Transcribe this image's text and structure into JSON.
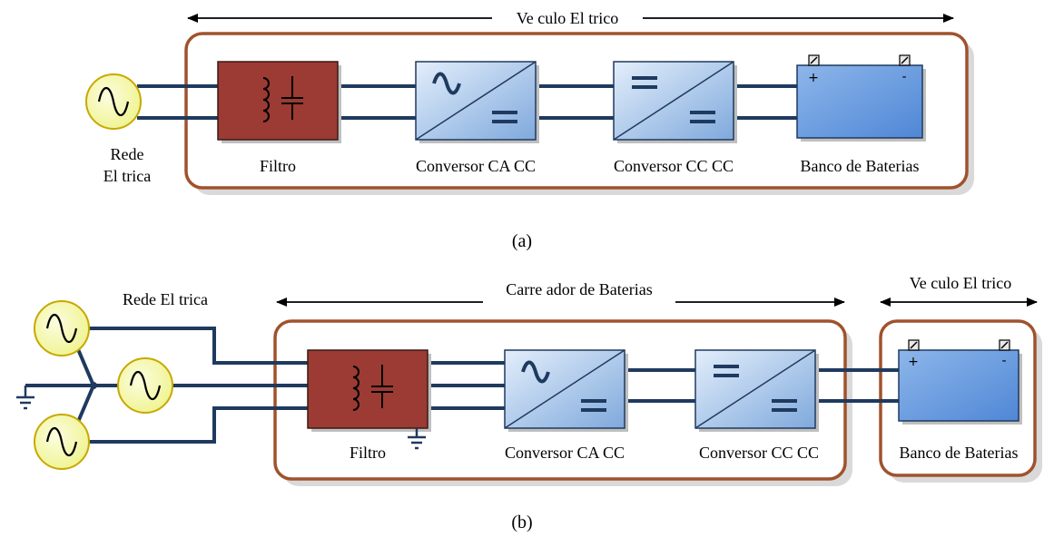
{
  "colors": {
    "frame": "#a0522d",
    "wire": "#1f3a5f",
    "source_fill": "#f4f7a6",
    "source_stroke": "#c8a800",
    "filter_fill": "#9b3b33",
    "converter_fill": "#a9c8ec",
    "battery_fill": "#6a9ee0"
  },
  "panel_a": {
    "caption": "(a)",
    "span_label": "Ve culo El trico",
    "source_label_1": "Rede",
    "source_label_2": "El trica",
    "filter_label": "Filtro",
    "acdc_label": "Conversor CA CC",
    "dcdc_label": "Conversor CC CC",
    "battery_label": "Banco de Baterias",
    "battery_plus": "+",
    "battery_minus": "-"
  },
  "panel_b": {
    "caption": "(b)",
    "charger_span_label": "Carre ador de Baterias",
    "vehicle_span_label": "Ve culo El trico",
    "source_label": "Rede El trica",
    "filter_label": "Filtro",
    "acdc_label": "Conversor CA CC",
    "dcdc_label": "Conversor CC CC",
    "battery_label": "Banco de Baterias",
    "battery_plus": "+",
    "battery_minus": "-"
  },
  "icons": {
    "ac_source": "sine-wave-source-icon",
    "filter": "inductor-capacitor-icon",
    "ac_dc": "ac-dc-converter-icon",
    "dc_dc": "dc-dc-converter-icon",
    "battery": "battery-icon",
    "ground": "ground-icon"
  }
}
